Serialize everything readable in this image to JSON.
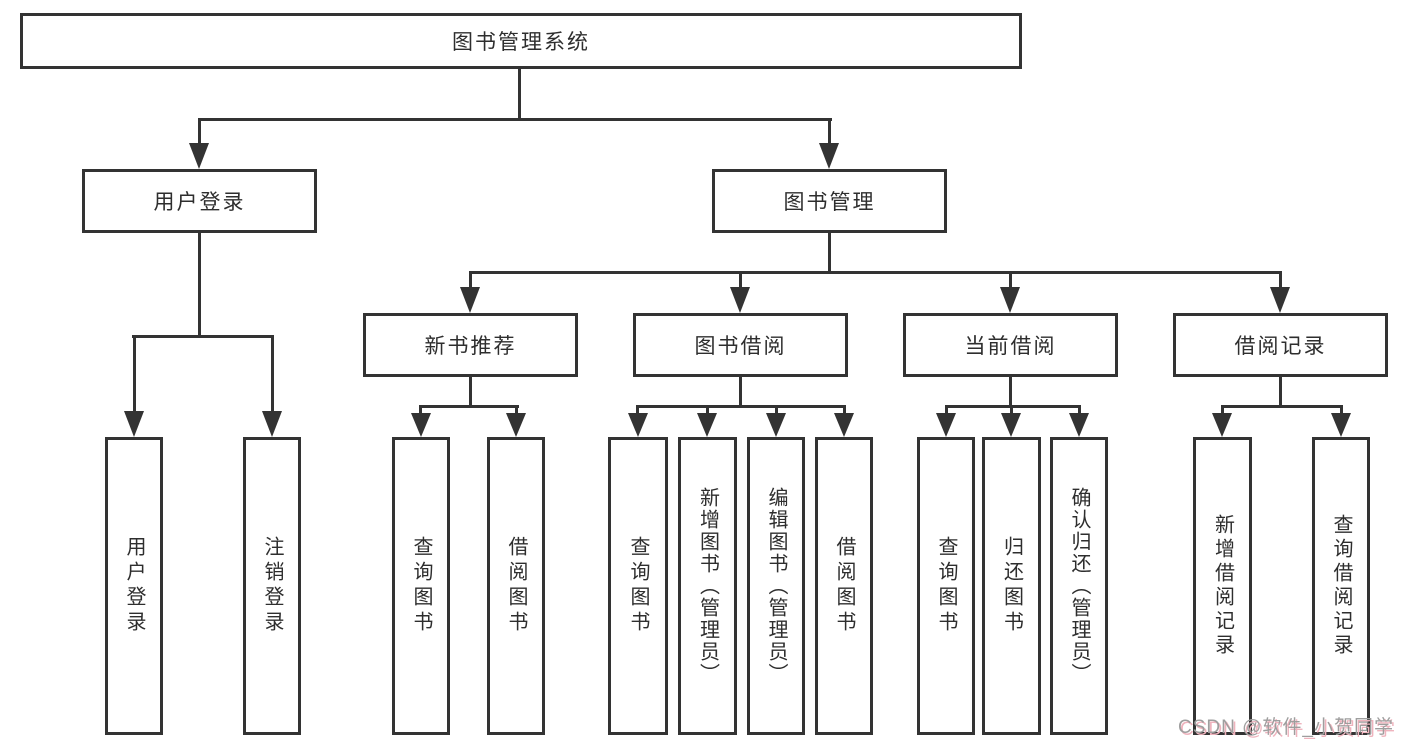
{
  "diagram_title": "图书管理系统",
  "tree": {
    "root": {
      "label": "图书管理系统"
    },
    "level2": [
      {
        "label": "用户登录",
        "parent": "图书管理系统"
      },
      {
        "label": "图书管理",
        "parent": "图书管理系统"
      }
    ],
    "level3": [
      {
        "label": "新书推荐",
        "parent": "图书管理"
      },
      {
        "label": "图书借阅",
        "parent": "图书管理"
      },
      {
        "label": "当前借阅",
        "parent": "图书管理"
      },
      {
        "label": "借阅记录",
        "parent": "图书管理"
      }
    ],
    "leaves": [
      {
        "label": "用户登录",
        "parent": "用户登录"
      },
      {
        "label": "注销登录",
        "parent": "用户登录"
      },
      {
        "label": "查询图书",
        "parent": "新书推荐"
      },
      {
        "label": "借阅图书",
        "parent": "新书推荐"
      },
      {
        "label": "查询图书",
        "parent": "图书借阅"
      },
      {
        "label": "新增图书（管理员）",
        "parent": "图书借阅"
      },
      {
        "label": "编辑图书（管理员）",
        "parent": "图书借阅"
      },
      {
        "label": "借阅图书",
        "parent": "图书借阅"
      },
      {
        "label": "查询图书",
        "parent": "当前借阅"
      },
      {
        "label": "归还图书",
        "parent": "当前借阅"
      },
      {
        "label": "确认归还（管理员）",
        "parent": "当前借阅"
      },
      {
        "label": "新增借阅记录",
        "parent": "借阅记录"
      },
      {
        "label": "查询借阅记录",
        "parent": "借阅记录"
      }
    ]
  },
  "watermark": {
    "text": "CSDN @软件_小贺同学"
  },
  "colors": {
    "line": "#333333",
    "text": "#2e2e2e",
    "background": "#ffffff",
    "watermark_gray": "#9e9e9e",
    "watermark_pink": "#efb3bd"
  }
}
